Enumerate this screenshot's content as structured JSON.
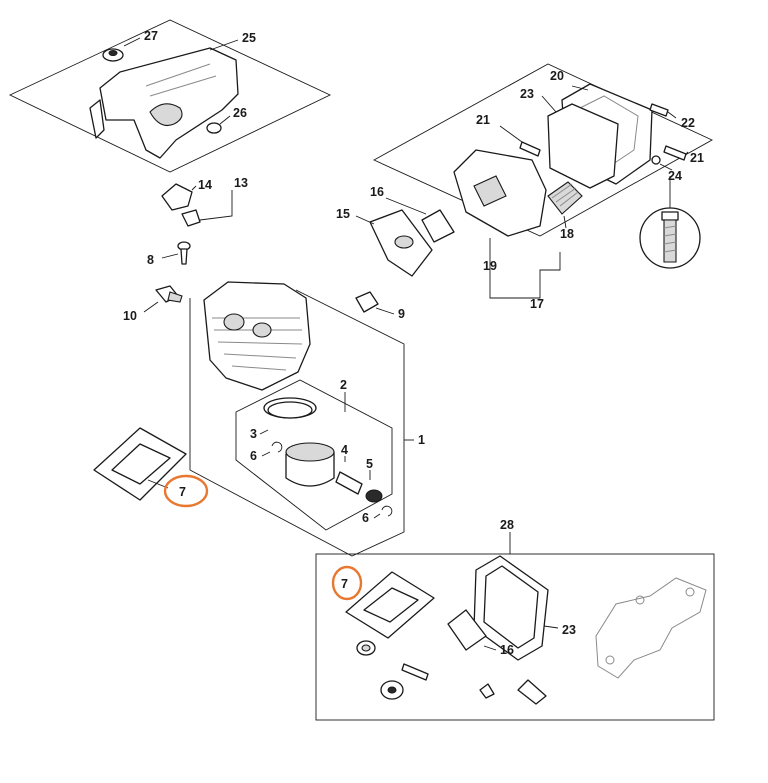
{
  "colors": {
    "line": "#1a1a1a",
    "highlight": "#e87830",
    "background": "#ffffff"
  },
  "callouts": {
    "c1": "1",
    "c2": "2",
    "c3": "3",
    "c4": "4",
    "c5": "5",
    "c6a": "6",
    "c6b": "6",
    "c7_main": "7",
    "c7_kit": "7",
    "c8": "8",
    "c9": "9",
    "c10": "10",
    "c13": "13",
    "c14": "14",
    "c15": "15",
    "c16_main": "16",
    "c16_kit": "16",
    "c17": "17",
    "c18": "18",
    "c19": "19",
    "c20": "20",
    "c21a": "21",
    "c21b": "21",
    "c22": "22",
    "c23_main": "23",
    "c23_kit": "23",
    "c24": "24",
    "c25": "25",
    "c26": "26",
    "c27": "27",
    "c28": "28"
  },
  "highlighted_callouts": [
    "7"
  ]
}
